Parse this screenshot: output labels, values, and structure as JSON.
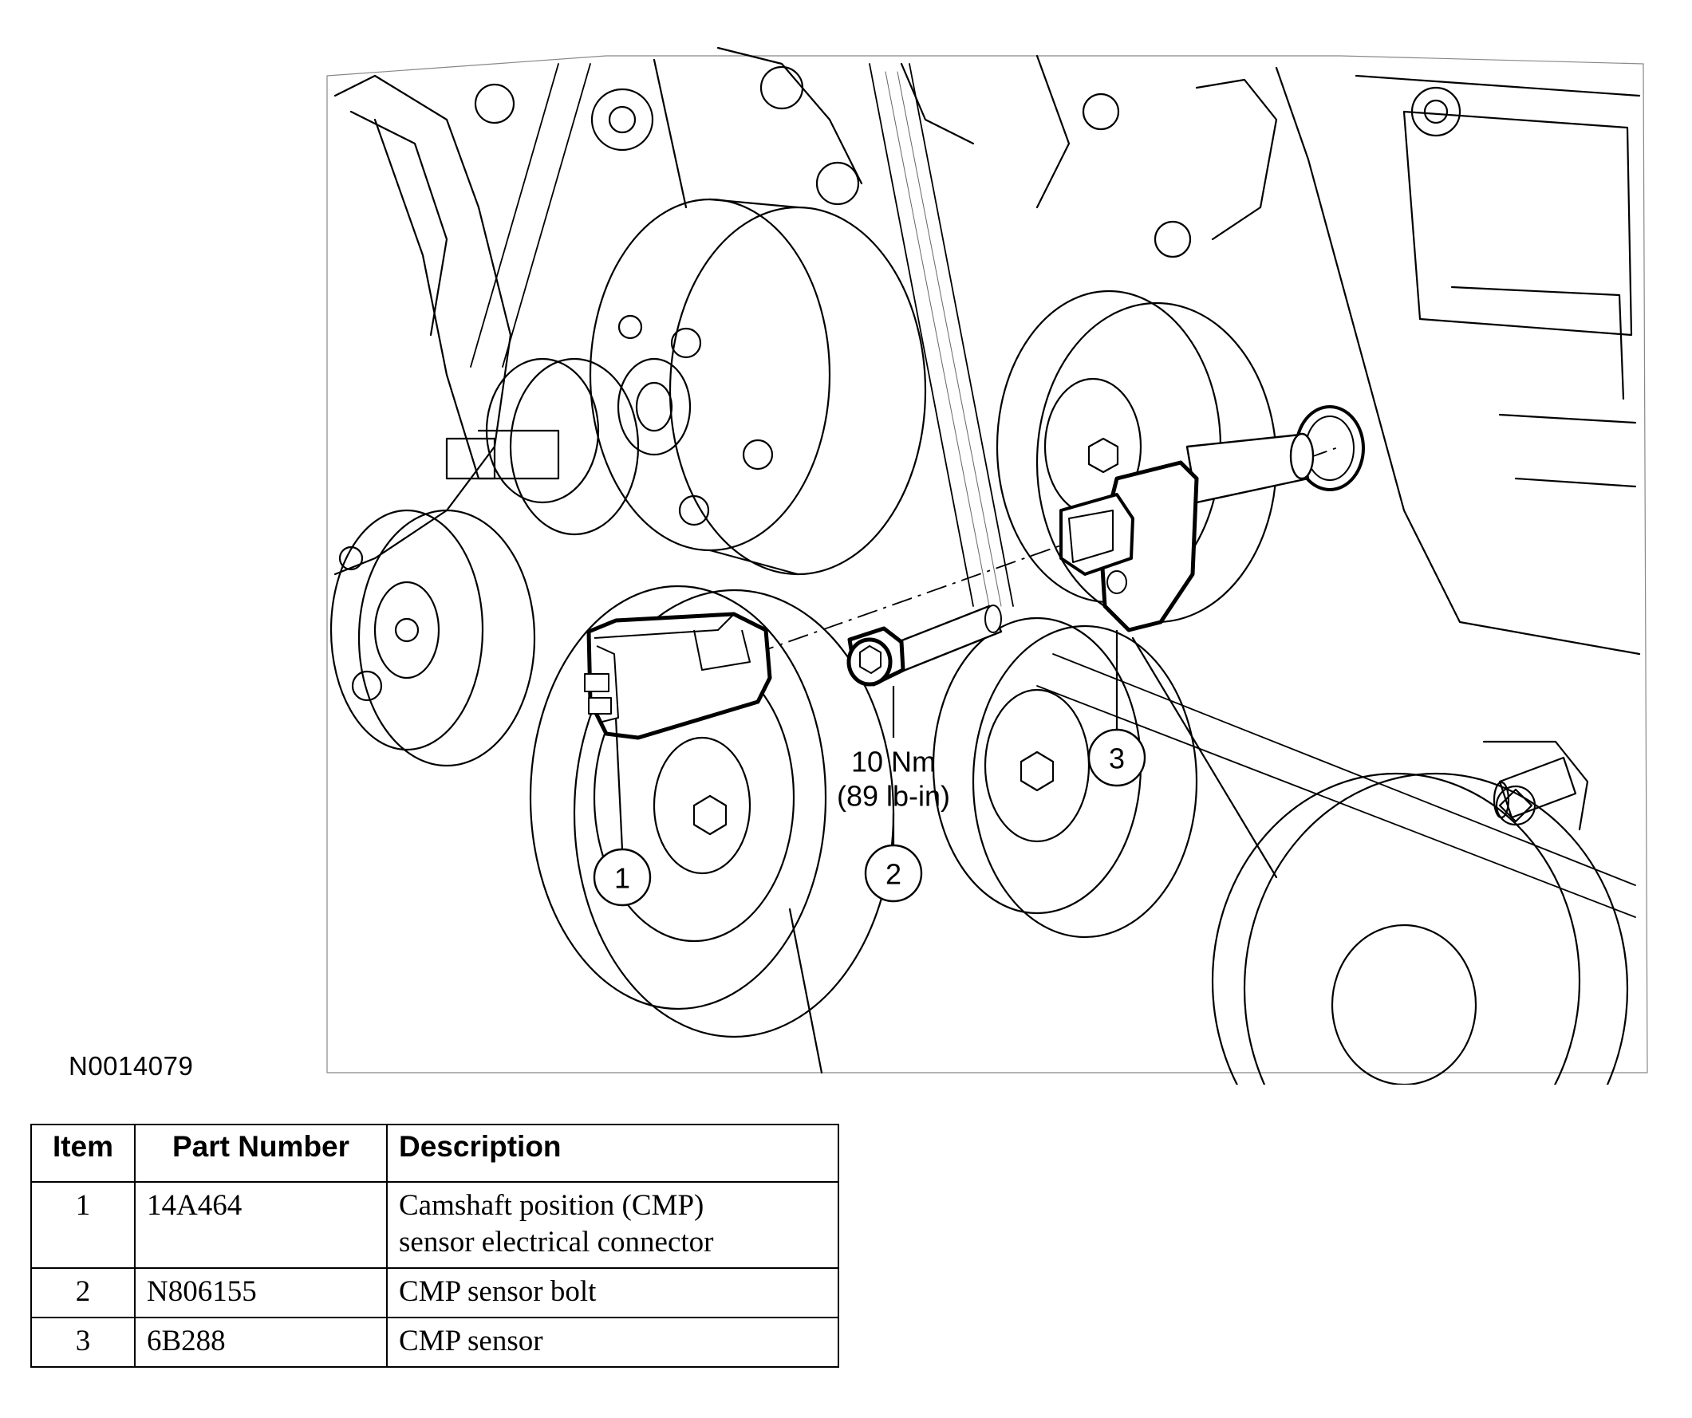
{
  "figure_id": "N0014079",
  "callouts": [
    {
      "number": "1",
      "name": "connector"
    },
    {
      "number": "2",
      "name": "bolt"
    },
    {
      "number": "3",
      "name": "sensor"
    }
  ],
  "torque": {
    "line1": "10 Nm",
    "line2": "(89 lb-in)"
  },
  "table": {
    "headers": {
      "item": "Item",
      "part_number": "Part Number",
      "description": "Description"
    },
    "rows": [
      {
        "item": "1",
        "part_number": "14A464",
        "description_line1": "Camshaft position (CMP)",
        "description_line2": "sensor electrical connector"
      },
      {
        "item": "2",
        "part_number": "N806155",
        "description_line1": "CMP sensor bolt",
        "description_line2": ""
      },
      {
        "item": "3",
        "part_number": "6B288",
        "description_line1": "CMP sensor",
        "description_line2": ""
      }
    ]
  },
  "colors": {
    "ink": "#000000",
    "paper": "#ffffff"
  }
}
